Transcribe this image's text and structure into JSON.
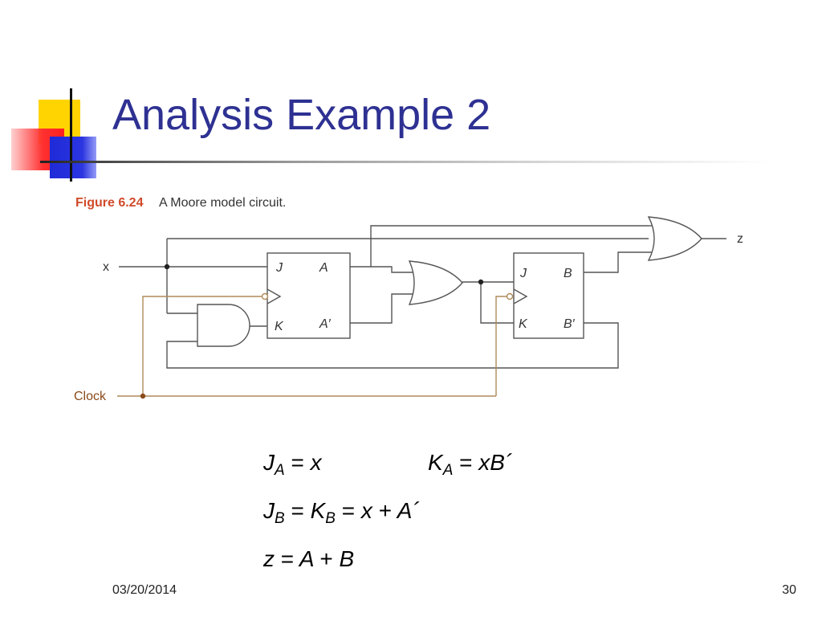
{
  "slide": {
    "title": "Analysis Example 2",
    "date": "03/20/2014",
    "page_number": "30"
  },
  "figure": {
    "number": "Figure 6.24",
    "caption": "A Moore model circuit.",
    "labels": {
      "input_x": "x",
      "output_z": "z",
      "clock": "Clock",
      "ffa_j": "J",
      "ffa_k": "K",
      "ffa_q": "A",
      "ffa_qn": "A′",
      "ffb_j": "J",
      "ffb_k": "K",
      "ffb_q": "B",
      "ffb_qn": "B′"
    },
    "colors": {
      "wire": "#555555",
      "clock_wire": "#b08a5a",
      "clock_label": "#8a4a1a",
      "fig_number": "#d04a2a"
    }
  },
  "equations": {
    "ja": {
      "var": "J",
      "sub": "A",
      "eq": "=",
      "rhs": "x"
    },
    "ka": {
      "var": "K",
      "sub": "A",
      "eq": "=",
      "rhs": "xB´"
    },
    "jb": {
      "var1": "J",
      "sub1": "B",
      "eq1": "=",
      "var2": "K",
      "sub2": "B",
      "eq2": "=",
      "rhs_a": "x",
      "plus": "+",
      "rhs_b": "A´"
    },
    "z": {
      "var": "z",
      "eq": "=",
      "a": "A",
      "plus": "+",
      "b": "B"
    }
  }
}
